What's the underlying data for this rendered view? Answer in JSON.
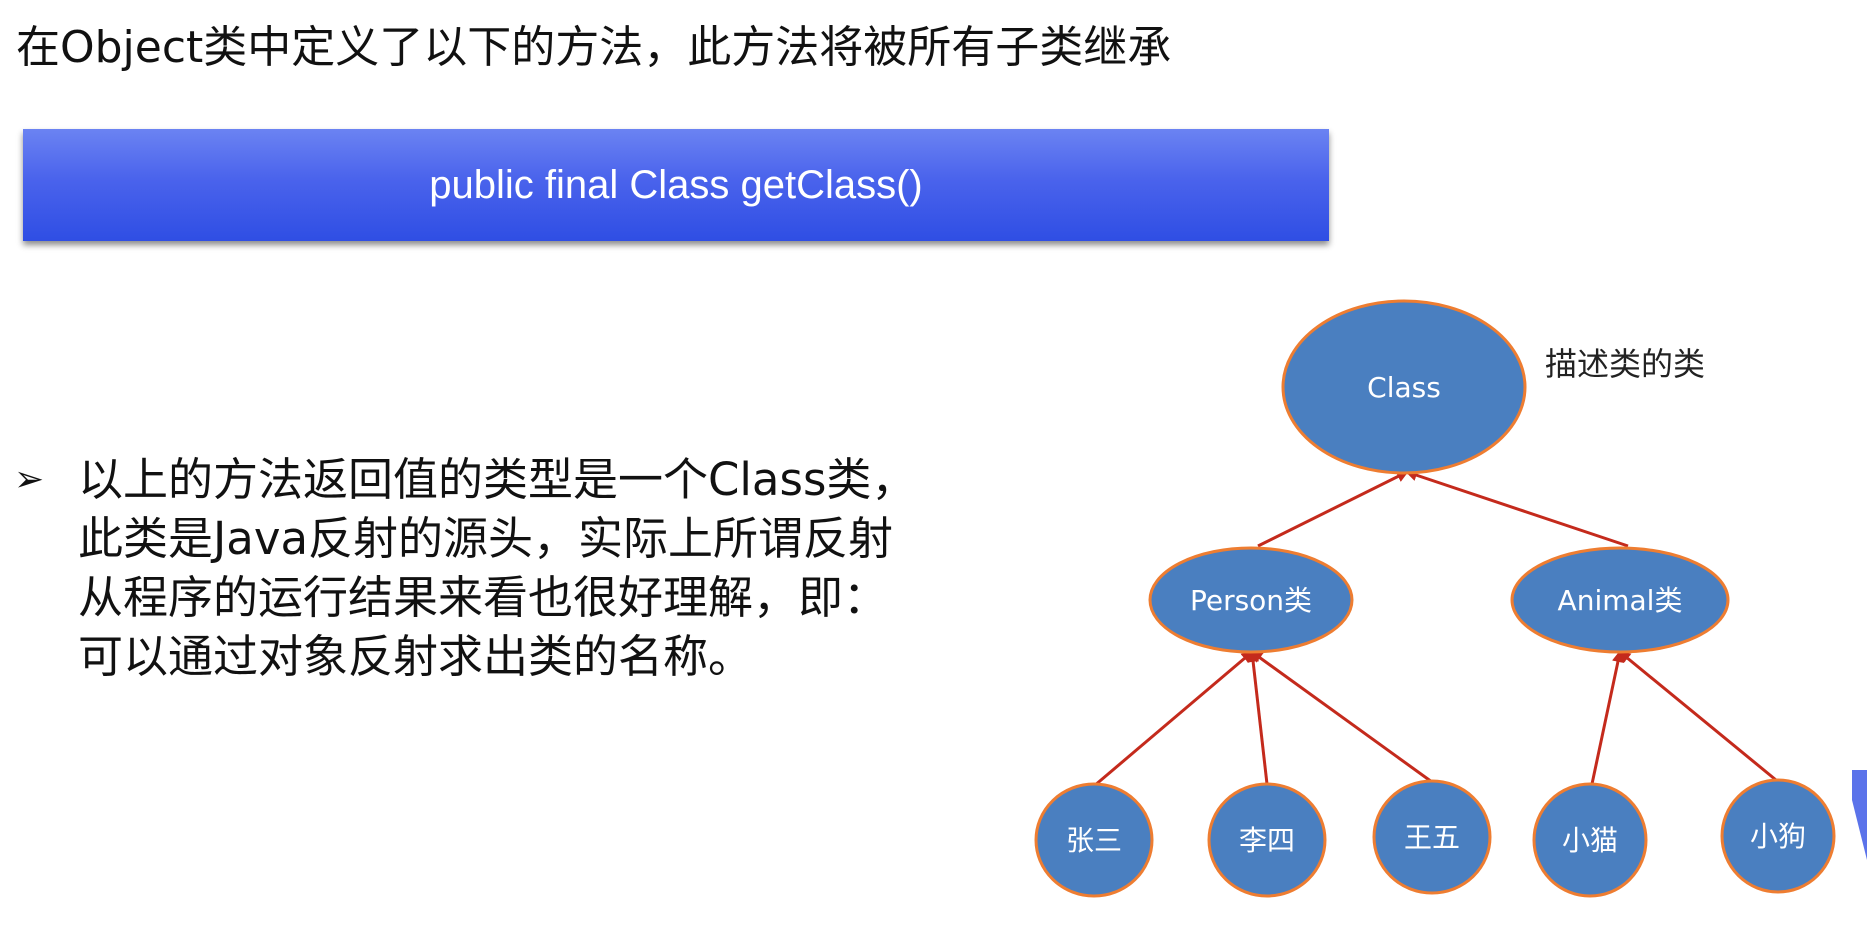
{
  "slide": {
    "title": "在Object类中定义了以下的方法，此方法将被所有子类继承",
    "code_banner": "public final Class getClass()",
    "bullet_marker": "➢",
    "bullet_text": "以上的方法返回值的类型是一个Class类，此类是Java反射的源头，实际上所谓反射从程序的运行结果来看也很好理解，即：可以通过对象反射求出类的名称。"
  },
  "diagram": {
    "root": {
      "label": "Class",
      "note": "描述类的类"
    },
    "middle": [
      {
        "label": "Person类"
      },
      {
        "label": "Animal类"
      }
    ],
    "leaves": [
      {
        "label": "张三",
        "parent": "Person类"
      },
      {
        "label": "李四",
        "parent": "Person类"
      },
      {
        "label": "王五",
        "parent": "Person类"
      },
      {
        "label": "小猫",
        "parent": "Animal类"
      },
      {
        "label": "小狗",
        "parent": "Animal类"
      }
    ],
    "colors": {
      "node_fill": "#4a7fc0",
      "node_border": "#ee7d31",
      "edge": "#c42a1c",
      "banner": "#3f5ae8"
    }
  }
}
